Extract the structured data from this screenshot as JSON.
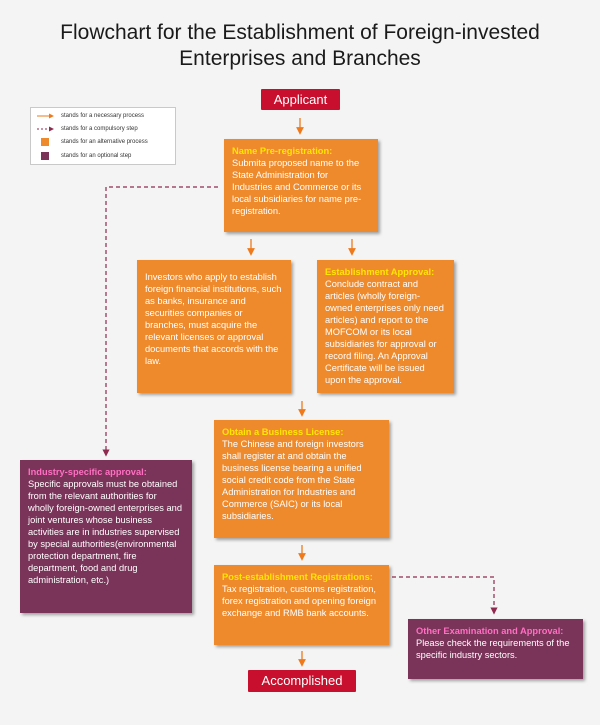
{
  "title": {
    "line1": "Flowchart for the Establishment of Foreign-invested",
    "line2": "Enterprises and Branches"
  },
  "colors": {
    "orange": "#ee8a2c",
    "purple": "#7a3359",
    "red": "#c8102e",
    "arrow": "#ee7a1c",
    "dashed": "#8e2a4e"
  },
  "legend": {
    "necessary": "stands for a necessary process",
    "compulsory": "stands for a compulsory step",
    "alternative": "stands for an alternative process",
    "optional": "stands for an optional step"
  },
  "applicant": "Applicant",
  "name_prereg": {
    "heading": "Name Pre-registration:",
    "body": "Submita proposed name to the State Administration for Industries and Commerce or its local subsidiaries for name pre-registration."
  },
  "investors": {
    "body": "Investors who apply to establish foreign financial institutions, such as banks, insurance and securities companies or branches, must acquire the relevant licenses or approval documents that accords with the law."
  },
  "establishment": {
    "heading": "Establishment Approval:",
    "body": "Conclude contract and articles (wholly foreign-owned enterprises only need articles) and report to the MOFCOM or its local subsidiaries for approval or record filing. An Approval Certificate will be issued upon the approval."
  },
  "business_license": {
    "heading": "Obtain a Business License:",
    "body": "The Chinese and foreign investors shall register at and obtain the business license bearing a unified social credit code from the State Administration for Industries and Commerce (SAIC) or its local subsidiaries."
  },
  "industry_specific": {
    "heading": "Industry-specific approval:",
    "body": "Specific approvals must be obtained from the relevant authorities for wholly foreign-owned enterprises and joint ventures whose business activities are in industries supervised by special authorities(environmental protection department, fire department, food and drug administration, etc.)"
  },
  "post_establishment": {
    "heading": "Post-establishment Registrations:",
    "body": "Tax registration, customs registration, forex registration and opening foreign exchange and RMB bank accounts."
  },
  "other_exam": {
    "heading": "Other Examination and Approval:",
    "body": "Please check the requirements of the specific industry sectors."
  },
  "accomplished": "Accomplished"
}
